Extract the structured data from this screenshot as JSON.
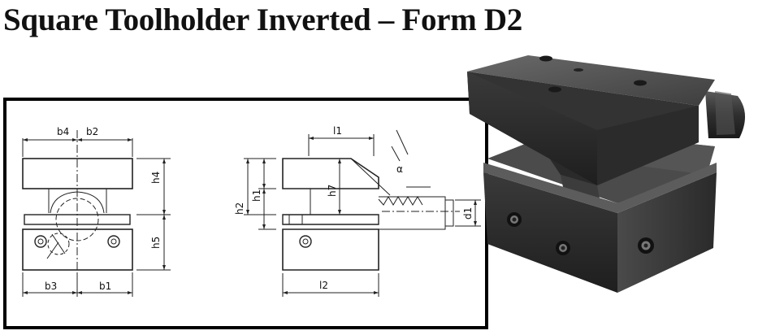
{
  "title": "Square Toolholder Inverted – Form D2",
  "drawing": {
    "front_view": {
      "dims": {
        "b4": "b4",
        "b2": "b2",
        "h4": "h4",
        "h5": "h5",
        "b3": "b3",
        "b1": "b1"
      }
    },
    "side_view": {
      "dims": {
        "l1": "l1",
        "alpha": "α",
        "h2": "h2",
        "h1": "h1",
        "h7": "h7",
        "d1": "d1",
        "l2": "l2"
      }
    }
  },
  "photo": {
    "subject": "toolholder-photo"
  }
}
